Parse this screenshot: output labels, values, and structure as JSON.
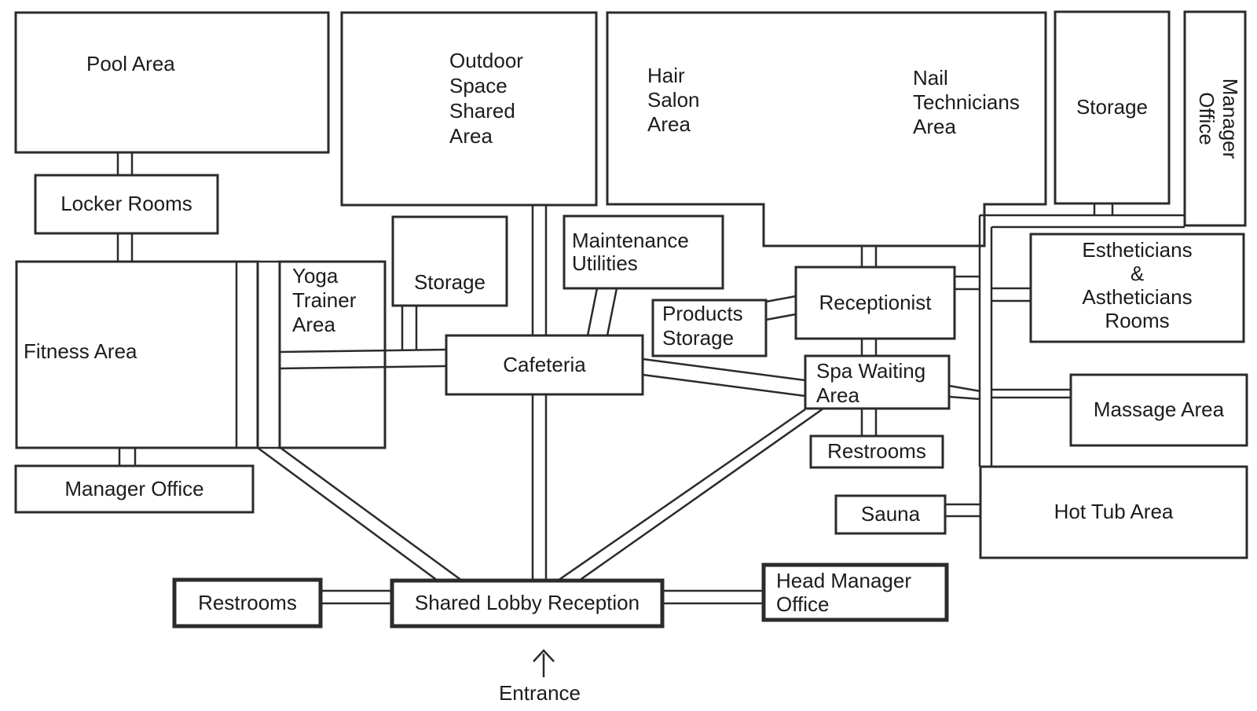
{
  "rooms": {
    "pool": {
      "label": "Pool Area"
    },
    "locker": {
      "label": "Locker Rooms"
    },
    "fitness": {
      "label": "Fitness Area"
    },
    "manager_west": {
      "label": "Manager Office"
    },
    "yoga": {
      "label": "Yoga\nTrainer\nArea"
    },
    "outdoor": {
      "label": "Outdoor\nSpace\nShared\nArea"
    },
    "storage_central": {
      "label": "Storage"
    },
    "maintenance": {
      "label": "Maintenance\nUtilities"
    },
    "cafeteria": {
      "label": "Cafeteria"
    },
    "hair_salon": {
      "label": "Hair\nSalon\nArea"
    },
    "nail_technicians": {
      "label": "Nail\nTechnicians\nArea"
    },
    "products_storage": {
      "label": "Products\nStorage"
    },
    "receptionist": {
      "label": "Receptionist"
    },
    "spa_waiting": {
      "label": "Spa Waiting\nArea"
    },
    "restrooms_spa": {
      "label": "Restrooms"
    },
    "storage_east": {
      "label": "Storage"
    },
    "manager_east": {
      "label": "Manager\nOffice"
    },
    "estheticians": {
      "label": "Estheticians\n&\nAstheticians\nRooms"
    },
    "massage": {
      "label": "Massage Area"
    },
    "hot_tub": {
      "label": "Hot Tub Area"
    },
    "sauna": {
      "label": "Sauna"
    },
    "head_manager": {
      "label": "Head Manager\nOffice"
    },
    "lobby": {
      "label": "Shared Lobby Reception"
    },
    "restrooms_west": {
      "label": "Restrooms"
    }
  },
  "entrance": {
    "label": "Entrance",
    "arrow_icon": "up-arrow"
  },
  "colors": {
    "line": "#2b2b2b",
    "text": "#1c1c1c",
    "background": "#ffffff"
  },
  "connections": [
    {
      "from": "Pool Area",
      "to": "Locker Rooms"
    },
    {
      "from": "Locker Rooms",
      "to": "Fitness Area"
    },
    {
      "from": "Fitness Area",
      "to": "Manager Office (west)"
    },
    {
      "from": "Fitness Area",
      "to": "Shared Lobby Reception"
    },
    {
      "from": "Yoga Trainer Area",
      "to": "Shared Lobby Reception"
    },
    {
      "from": "Yoga Trainer Area",
      "to": "Cafeteria"
    },
    {
      "from": "Storage (central)",
      "to": "Cafeteria"
    },
    {
      "from": "Outdoor Space Shared Area",
      "to": "Cafeteria"
    },
    {
      "from": "Maintenance Utilities",
      "to": "Cafeteria"
    },
    {
      "from": "Cafeteria",
      "to": "Shared Lobby Reception"
    },
    {
      "from": "Cafeteria",
      "to": "Spa Waiting Area"
    },
    {
      "from": "Hair Salon / Nail Technicians suite",
      "to": "Receptionist"
    },
    {
      "from": "Products Storage",
      "to": "Receptionist"
    },
    {
      "from": "Receptionist",
      "to": "Spa Waiting Area"
    },
    {
      "from": "Receptionist",
      "to": "East corridor"
    },
    {
      "from": "Storage (east)",
      "to": "East corridor"
    },
    {
      "from": "East corridor",
      "to": "Estheticians & Astheticians Rooms"
    },
    {
      "from": "East corridor",
      "to": "Massage Area"
    },
    {
      "from": "East corridor",
      "to": "Hot Tub Area"
    },
    {
      "from": "Spa Waiting Area",
      "to": "Restrooms (spa)"
    },
    {
      "from": "Spa Waiting Area",
      "to": "Massage Area"
    },
    {
      "from": "Sauna",
      "to": "Hot Tub Area"
    },
    {
      "from": "Restrooms (west)",
      "to": "Shared Lobby Reception"
    },
    {
      "from": "Shared Lobby Reception",
      "to": "Head Manager Office"
    },
    {
      "from": "Entrance",
      "to": "Shared Lobby Reception"
    }
  ]
}
